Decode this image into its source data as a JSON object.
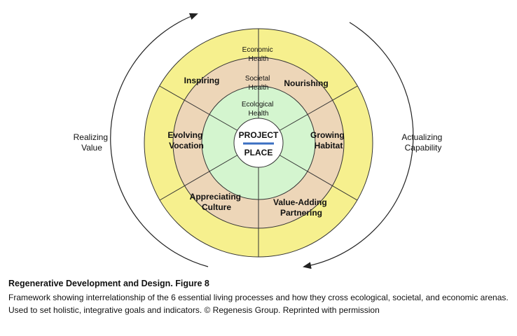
{
  "diagram": {
    "center": {
      "line1": "PROJECT",
      "line2": "PLACE"
    },
    "rings": {
      "outer": [
        "Economic",
        "Health"
      ],
      "middle": [
        "Societal",
        "Health"
      ],
      "inner": [
        "Ecological",
        "Health"
      ]
    },
    "processes": {
      "inspiring": [
        "Inspiring"
      ],
      "nourishing": [
        "Nourishing"
      ],
      "growing_habitat": [
        "Growing",
        "Habitat"
      ],
      "value_adding_partnering": [
        "Value-Adding",
        "Partnering"
      ],
      "appreciating_culture": [
        "Appreciating",
        "Culture"
      ],
      "evolving_vocation": [
        "Evolving",
        "Vocation"
      ]
    },
    "sides": {
      "left": [
        "Realizing",
        "Value"
      ],
      "right": [
        "Actualizing",
        "Capability"
      ]
    },
    "colors": {
      "outer_ring": "#f6f08e",
      "middle_ring": "#edd6b8",
      "inner_ring": "#d4f5cf",
      "center": "#ffffff",
      "divider_underline": "#3b6fc2"
    }
  },
  "caption": {
    "title": "Regenerative Development and Design.  Figure 8",
    "body": "Framework showing interrelationship of the 6 essential living processes and how they cross ecological, societal, and economic arenas. Used to set holistic, integrative goals and indicators. © Regenesis Group. Reprinted with permission"
  }
}
